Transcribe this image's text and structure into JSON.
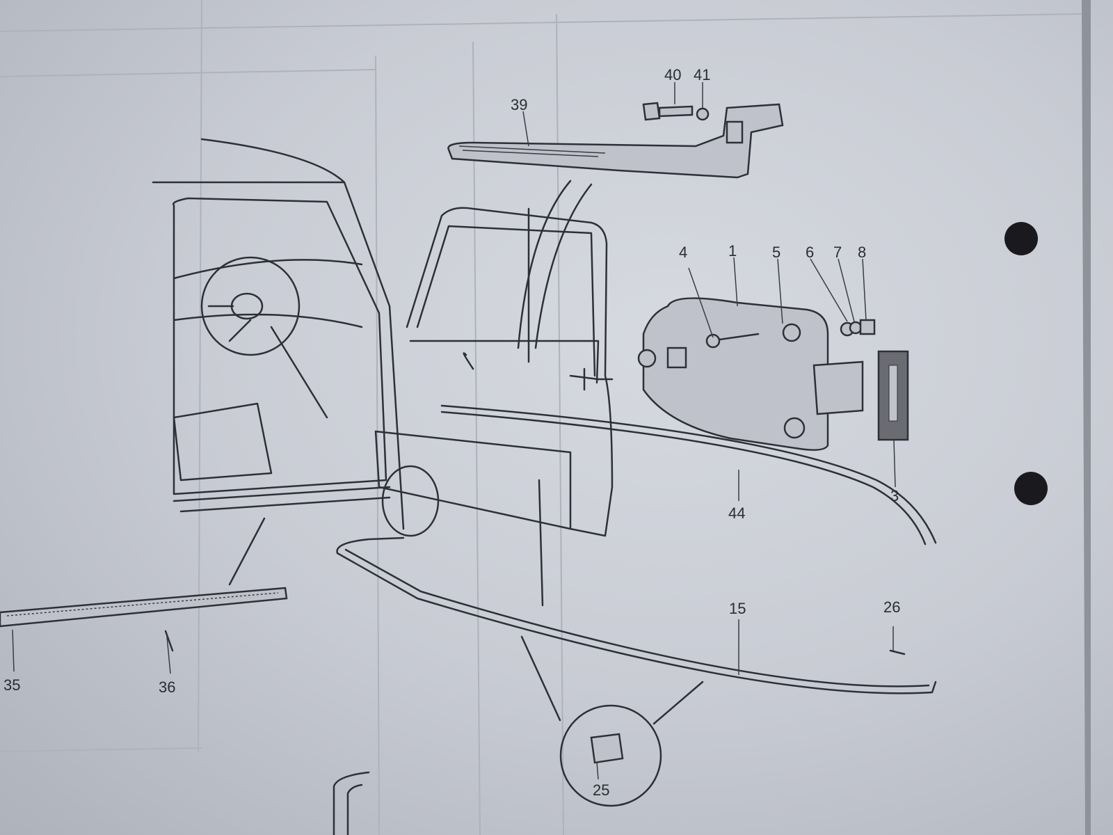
{
  "diagram": {
    "title": "Door lock and door seal exploded view",
    "callouts": {
      "c40": "40",
      "c41": "41",
      "c39": "39",
      "c4": "4",
      "c1": "1",
      "c5": "5",
      "c6": "6",
      "c7": "7",
      "c8": "8",
      "c3": "3",
      "c44": "44",
      "c15": "15",
      "c26": "26",
      "c35": "35",
      "c36": "36",
      "c25": "25"
    }
  },
  "colors": {
    "paper": "#c9ccd4",
    "ink": "#2e3038",
    "punch_hole": "#1a1a1e"
  }
}
